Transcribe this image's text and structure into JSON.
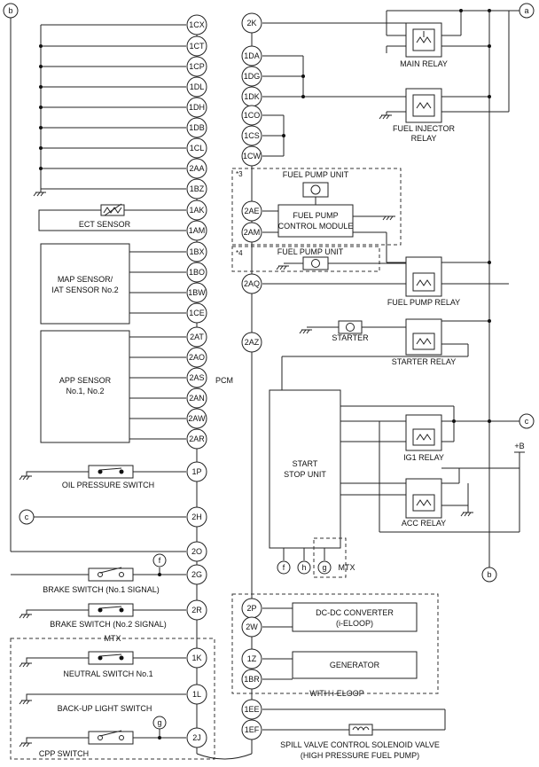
{
  "pcm_label": "PCM",
  "left_pins": [
    "1CX",
    "1CT",
    "1CP",
    "1DL",
    "1DH",
    "1DB",
    "1CL",
    "2AA",
    "1BZ",
    "1AK",
    "1AM",
    "1BX",
    "1BO",
    "1BW",
    "1CE",
    "2AT",
    "2AO",
    "2AS",
    "2AN",
    "2AW",
    "2AR",
    "1P",
    "2H",
    "2O",
    "2G",
    "2R",
    "1K",
    "1L",
    "2J"
  ],
  "right_pins": [
    "2K",
    "1DA",
    "1DG",
    "1DK",
    "1CO",
    "1CS",
    "1CW",
    "2AE",
    "2AM",
    "2AQ",
    "2AZ",
    "2P",
    "2W",
    "1Z",
    "1BR",
    "1EE",
    "1EF"
  ],
  "components": {
    "ect_sensor": "ECT SENSOR",
    "map_sensor_line1": "MAP SENSOR/",
    "map_sensor_line2": "IAT SENSOR No.2",
    "app_sensor_line1": "APP SENSOR",
    "app_sensor_line2": "No.1, No.2",
    "oil_pressure_switch": "OIL PRESSURE SWITCH",
    "brake_switch_1": "BRAKE SWITCH (No.1 SIGNAL)",
    "brake_switch_2": "BRAKE SWITCH (No.2 SIGNAL)",
    "mtx": "MTX",
    "neutral_switch": "NEUTRAL SWITCH No.1",
    "backup_light_switch": "BACK-UP LIGHT SWITCH",
    "cpp_switch": "CPP SWITCH",
    "main_relay": "MAIN RELAY",
    "fuel_injector_relay_line1": "FUEL INJECTOR",
    "fuel_injector_relay_line2": "RELAY",
    "fuel_pump_unit": "FUEL PUMP UNIT",
    "note_3": "*3",
    "note_4": "*4",
    "fuel_pump_control_line1": "FUEL PUMP",
    "fuel_pump_control_line2": "CONTROL MODULE",
    "fuel_pump_relay": "FUEL PUMP RELAY",
    "starter": "STARTER",
    "starter_relay": "STARTER RELAY",
    "ssu_line1": "START",
    "ssu_line2": "STOP UNIT",
    "ig1_relay": "IG1 RELAY",
    "acc_relay": "ACC RELAY",
    "plus_b": "+B",
    "dcdc_line1": "DC-DC CONVERTER",
    "dcdc_line2": "(i-ELOOP)",
    "generator": "GENERATOR",
    "with_ieloop": "WITH i-ELOOP",
    "spill_valve_line1": "SPILL VALVE CONTROL SOLENOID VALVE",
    "spill_valve_line2": "(HIGH PRESSURE FUEL PUMP)"
  },
  "connectors": {
    "a": "a",
    "b": "b",
    "c": "c",
    "f": "f",
    "g": "g",
    "h": "h"
  }
}
